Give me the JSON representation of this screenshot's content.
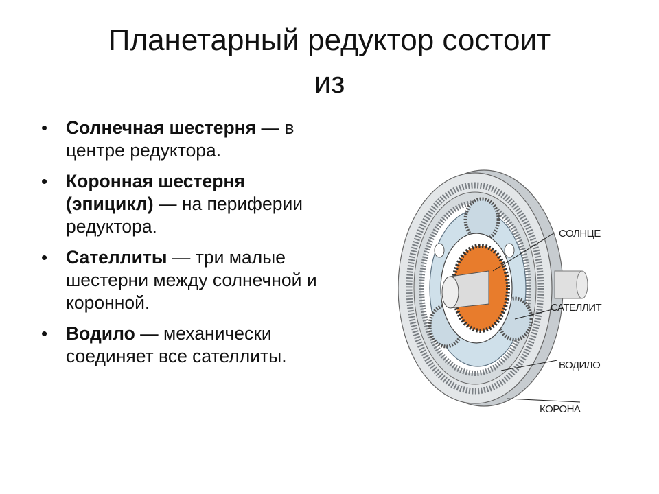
{
  "title_line1": "Планетарный редуктор состоит",
  "title_line2": "из",
  "bullets": [
    {
      "term": "Солнечная шестерня",
      "desc": " — в центре редуктора."
    },
    {
      "term": "Коронная шестерня (эпицикл)",
      "desc": " — на периферии редуктора."
    },
    {
      "term": "Сателлиты",
      "desc": " — три малые шестерни между солнечной и коронной."
    },
    {
      "term": "Водило",
      "desc": " — механически соединяет все сателлиты."
    }
  ],
  "diagram_labels": {
    "sun": "СОЛНЦЕ",
    "satellite": "САТЕЛЛИТ",
    "carrier": "ВОДИЛО",
    "crown": "КОРОНА"
  },
  "colors": {
    "sun_gear": "#e87c2c",
    "ring": "#d6dadd",
    "carrier": "#cfe0ea",
    "shaft": "#dcdcdc"
  }
}
